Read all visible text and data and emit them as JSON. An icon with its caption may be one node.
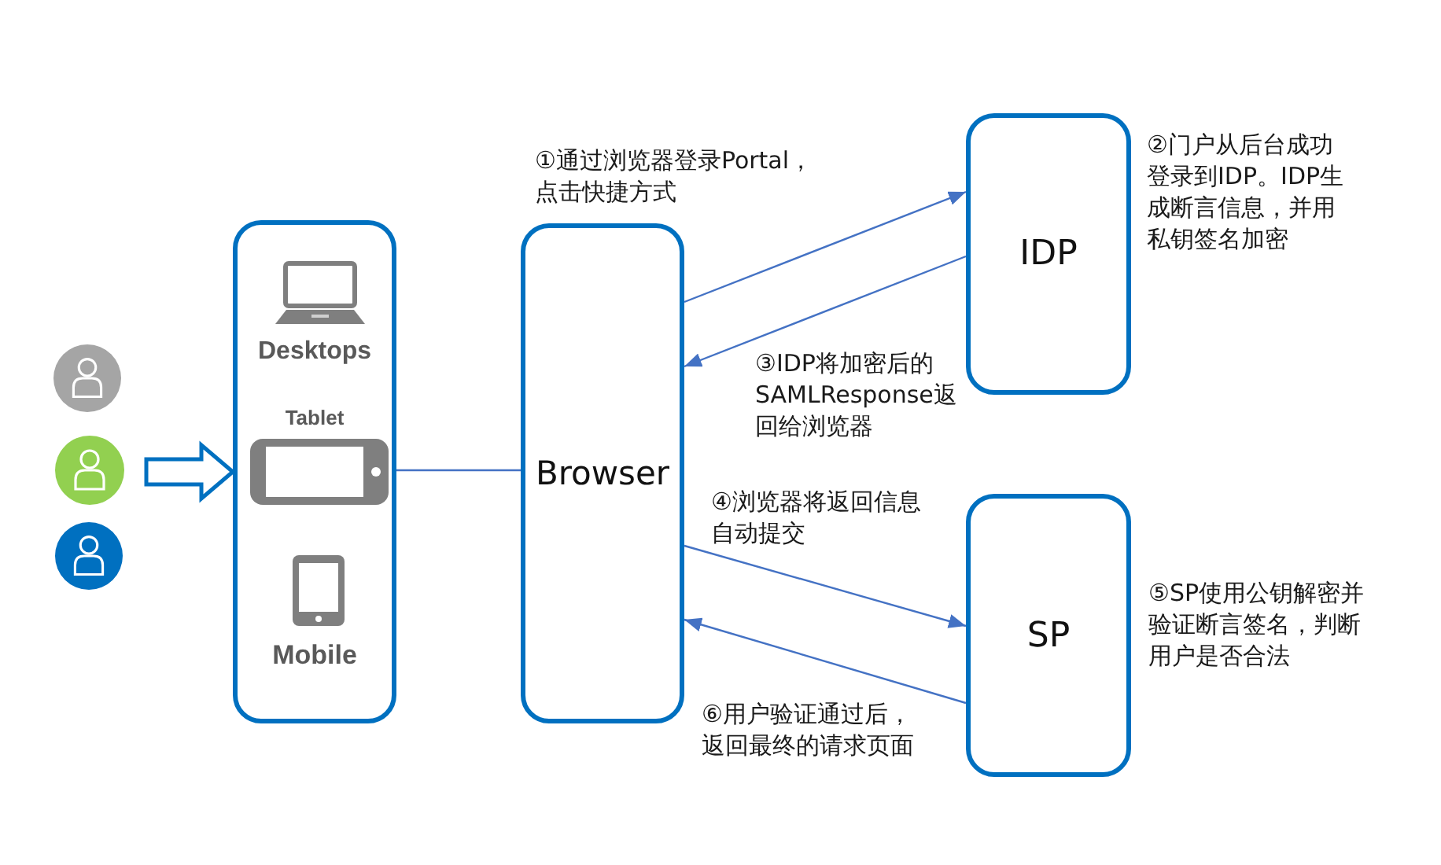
{
  "diagram": {
    "nodes": [
      {
        "text": [],
        "shape": "person"
      },
      {
        "text": [],
        "shape": "person"
      },
      {
        "text": [],
        "shape": "person"
      },
      {
        "text": [
          "Desktops",
          "Tablet",
          "Mobile"
        ]
      },
      {
        "text": [
          "Browser"
        ]
      },
      {
        "text": [
          "IDP"
        ],
        "beside": [
          "②门户从后台成功登录到IDP。IDP生成断言信息，并用私钥签名加密"
        ]
      },
      {
        "text": [
          "SP"
        ],
        "beside": [
          "⑤SP使用公钥解密并验证断言签名，判断用户是否合法"
        ]
      }
    ],
    "edges": [
      {
        "from": 1,
        "to": 3,
        "arrow": "to",
        "style": "thick",
        "color": "#0070c0"
      },
      {
        "from": 3,
        "to": 4,
        "arrow": "none"
      },
      {
        "from": 4,
        "to": 5,
        "arrow": "to",
        "label": "①通过浏览器登录Portal，点击快捷方式"
      },
      {
        "from": 5,
        "to": 4,
        "arrow": "to",
        "label": "③IDP将加密后的SAMLResponse返回给浏览器"
      },
      {
        "from": 4,
        "to": 6,
        "arrow": "to",
        "label": "④浏览器将返回信息自动提交"
      },
      {
        "from": 6,
        "to": 4,
        "arrow": "to",
        "label": "⑥用户验证通过后，返回最终的请求页面"
      }
    ]
  }
}
